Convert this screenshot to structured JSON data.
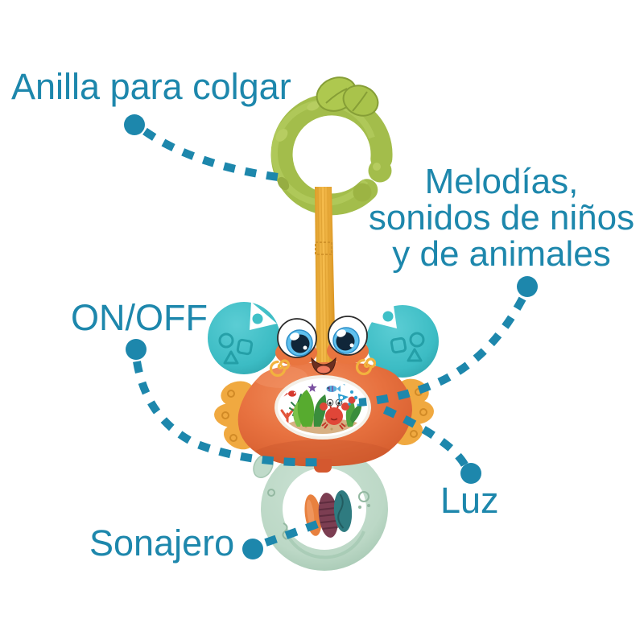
{
  "page": {
    "type": "product feature callout image",
    "background_color": "#ffffff",
    "accent_color": "#1d87ac"
  },
  "callouts": {
    "hanging_ring": "Anilla para colgar",
    "melodies_lines": [
      "Melodías,",
      "sonidos de niños",
      "y de animales"
    ],
    "power": "ON/OFF",
    "light": "Luz",
    "rattle": "Sonajero"
  },
  "toy": {
    "description": "Crab-shaped hanging baby rattle: green clip ring with leaves, gold strap, orange crab body with big eyes, teal claws, yellow fins, white belly window with sea scene, mint teether ring with three rattle beads",
    "colors": {
      "clip_ring_green": "#a3bd4b",
      "strap_gold": "#f2b23e",
      "body_orange": "#e66f3f",
      "claw_teal": "#3fc0c7",
      "fin_yellow": "#f0a940",
      "teether_mint": "#c0dbca",
      "bead_orange": "#e8813f",
      "bead_maroon": "#7c3e52",
      "bead_teal": "#2f7b80",
      "belly_window": "#ffffff"
    }
  }
}
